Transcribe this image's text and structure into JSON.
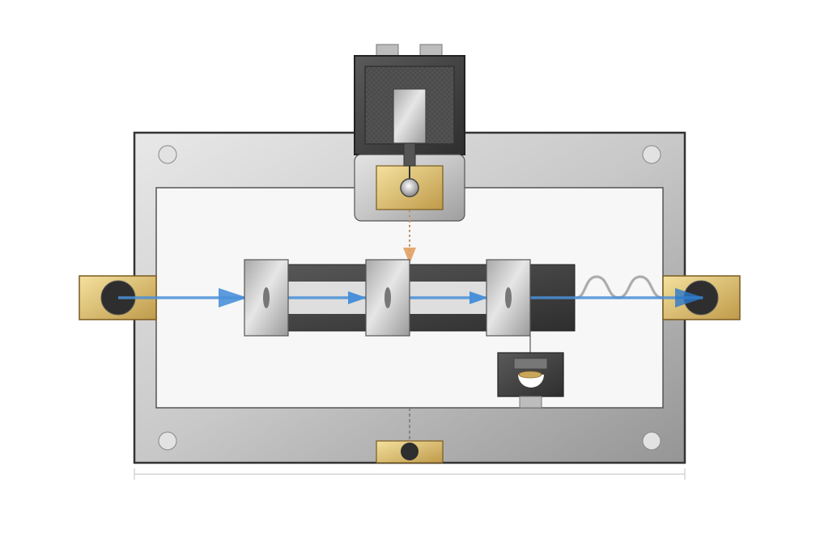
{
  "colors": {
    "housing_stroke": "#333333",
    "inner_panel": "#f7f7f7",
    "gold_light": "#f2dd9a",
    "gold_dark": "#c09a48",
    "gold_stroke": "#7a5a20",
    "flow_blue": "#4a90d9",
    "signal_orange": "#e0a060",
    "dark_body": "#444444",
    "dimension_line": "#cccccc"
  },
  "icons": [
    "solenoid-actuator",
    "valve-body",
    "flow-channel",
    "temperature-sensor",
    "inlet-port",
    "outlet-port",
    "drain-port"
  ]
}
